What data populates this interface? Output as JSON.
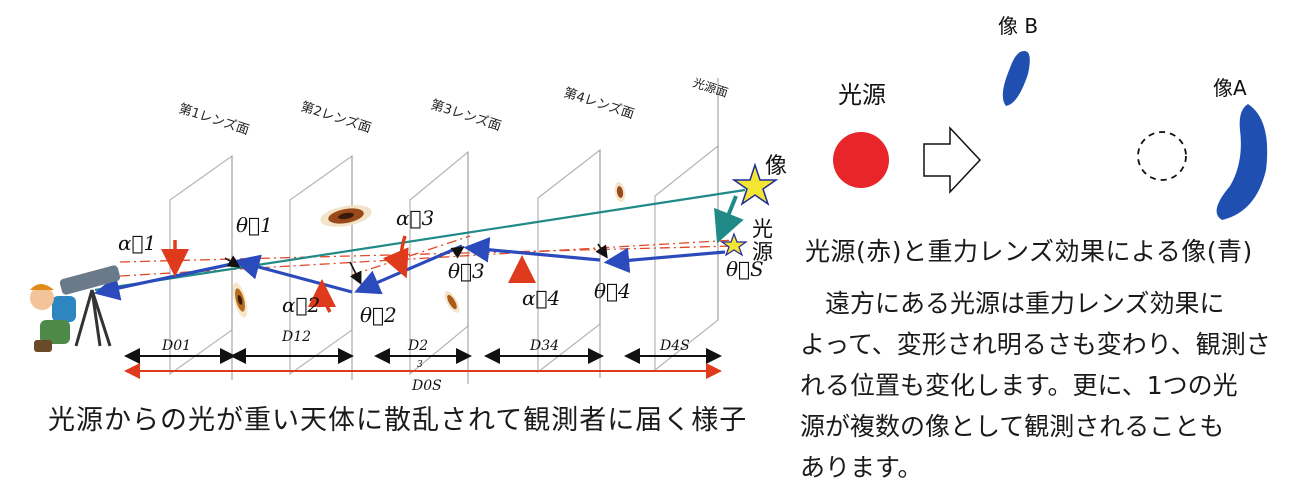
{
  "left_diagram": {
    "planes": [
      "第1レンズ面",
      "第2レンズ面",
      "第3レンズ面",
      "第4レンズ面",
      "光源面"
    ],
    "image_label": "像",
    "source_label": "光源",
    "alpha_labels": [
      "α⃗1",
      "α⃗2",
      "α⃗3",
      "α⃗4"
    ],
    "theta_labels": [
      "θ⃗1",
      "θ⃗2",
      "θ⃗3",
      "θ⃗4",
      "θ⃗S"
    ],
    "distance_labels": [
      "D01",
      "D12",
      "D2",
      "D34",
      "D4S"
    ],
    "distance_extra": "3",
    "total_distance": "D0S",
    "caption": "光源からの光が重い天体に散乱されて観測者に届く様子"
  },
  "right_diagram": {
    "source_label": "光源",
    "image_b_label": "像 B",
    "image_a_label": "像A",
    "caption": "光源(赤)と重力レンズ効果による像(青)",
    "body_lines": [
      "　遠方にある光源は重力レンズ効果に",
      "よって、変形され明るさも変わり、観測さ",
      "れる位置も変化します。更に、1つの光",
      "源が複数の像として観測されることも",
      "あります。"
    ]
  },
  "colors": {
    "source_red": "#e8262a",
    "image_blue": "#1f4fb0",
    "ray_blue": "#2b4bbd",
    "teal": "#1f8a86",
    "arrow_red": "#e03a1c",
    "star_yellow": "#f3e531"
  }
}
